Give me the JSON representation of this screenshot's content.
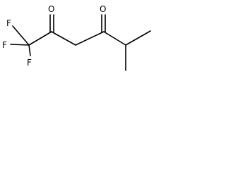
{
  "molecule": {
    "atoms": {
      "fluorine_top": "F",
      "fluorine_left": "F",
      "fluorine_bottom": "F",
      "oxygen_left": "O",
      "oxygen_right": "O"
    },
    "bond_color": "#000000",
    "label_color": "#000000"
  }
}
